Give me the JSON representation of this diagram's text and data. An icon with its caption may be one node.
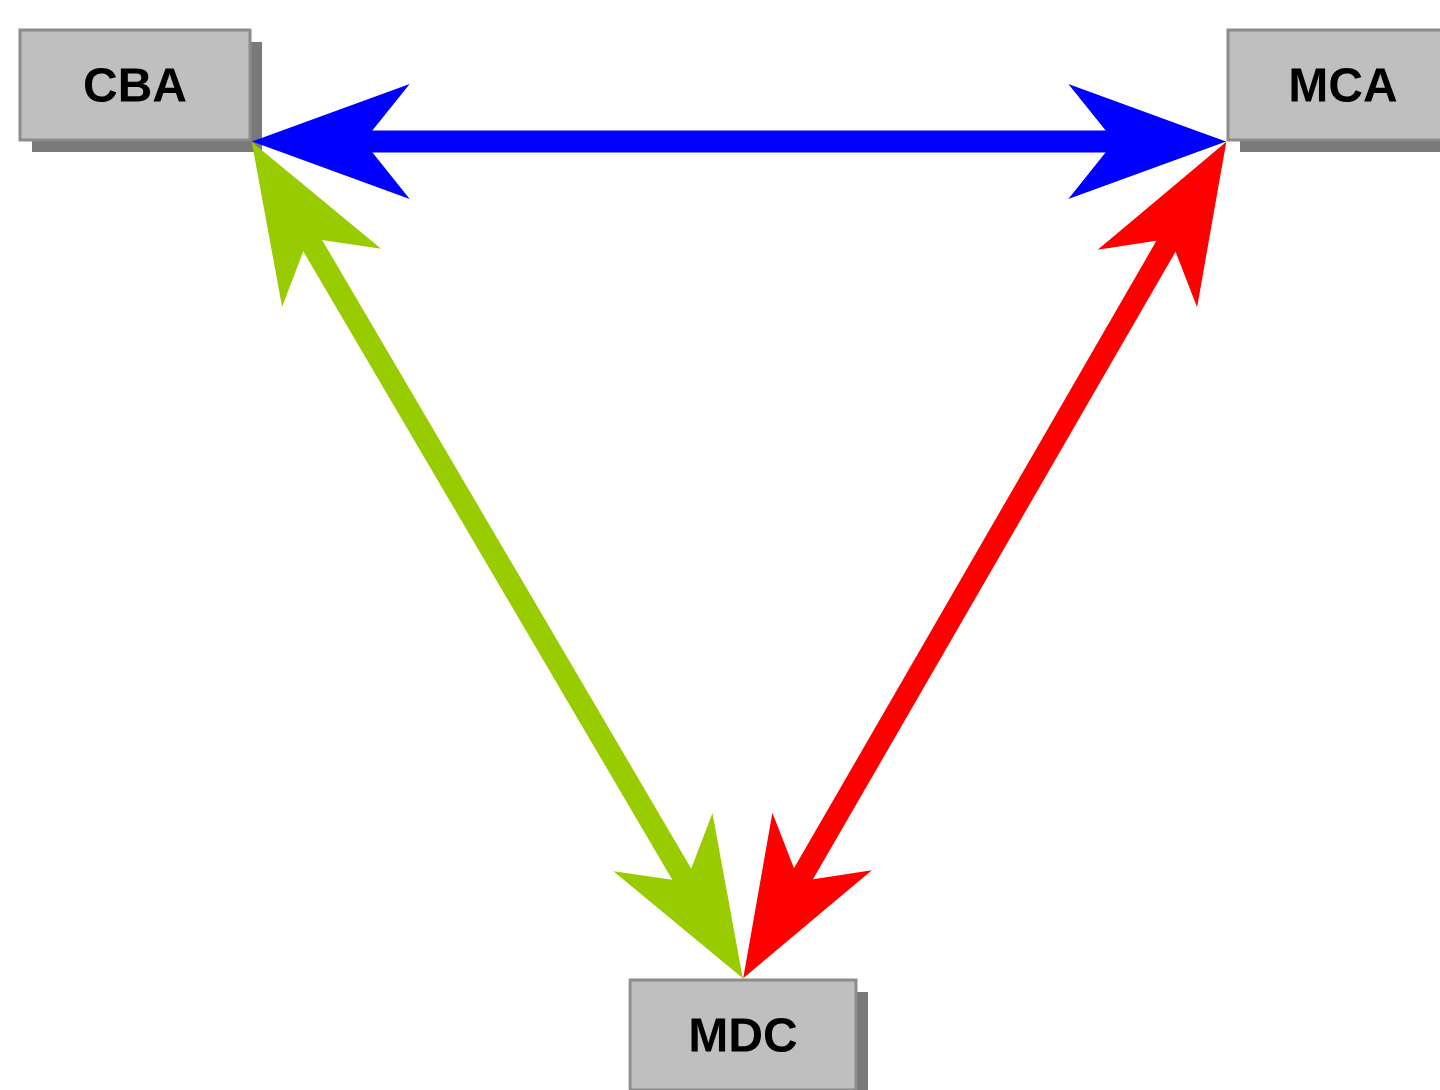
{
  "diagram": {
    "nodes": [
      {
        "text": [
          "CBA"
        ]
      },
      {
        "text": [
          "MCA"
        ]
      },
      {
        "text": [
          "MDC"
        ]
      }
    ],
    "edges": [
      {
        "from": 0,
        "to": 1,
        "arrow": "both",
        "color": "#0000ff"
      },
      {
        "from": 0,
        "to": 2,
        "arrow": "both",
        "color": "#99cc00"
      },
      {
        "from": 1,
        "to": 2,
        "arrow": "both",
        "color": "#ff0000"
      }
    ]
  }
}
